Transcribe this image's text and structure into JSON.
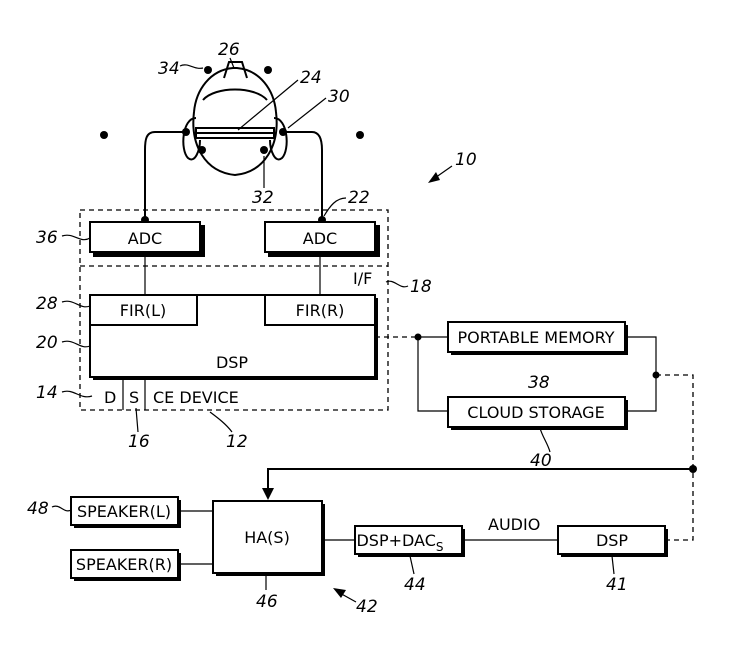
{
  "blocks": {
    "adc_left": "ADC",
    "adc_right": "ADC",
    "fir_left": "FIR(L)",
    "fir_right": "FIR(R)",
    "dsp_main": "DSP",
    "portable_memory": "PORTABLE MEMORY",
    "cloud_storage": "CLOUD STORAGE",
    "speaker_left": "SPEAKER(L)",
    "speaker_right": "SPEAKER(R)",
    "ha": "HA(S)",
    "dsp_dac": "DSP+DAC",
    "dsp_dac_sub": "S",
    "dsp_out": "DSP"
  },
  "labels": {
    "if": "I/F",
    "d": "D",
    "s": "S",
    "ce_device": "CE DEVICE",
    "audio": "AUDIO"
  },
  "refs": {
    "r10": "10",
    "r12": "12",
    "r14": "14",
    "r16": "16",
    "r18": "18",
    "r20": "20",
    "r22": "22",
    "r24": "24",
    "r26": "26",
    "r28": "28",
    "r30": "30",
    "r32": "32",
    "r34": "34",
    "r36": "36",
    "r38": "38",
    "r40": "40",
    "r41": "41",
    "r42": "42",
    "r44": "44",
    "r46": "46",
    "r48": "48"
  }
}
